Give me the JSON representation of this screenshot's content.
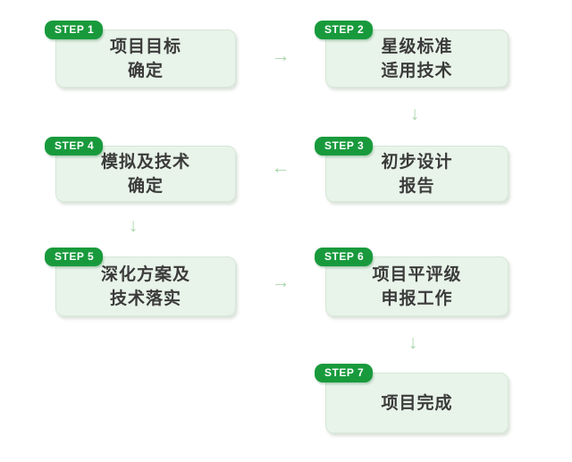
{
  "steps": [
    {
      "badge": "STEP 1",
      "lines": [
        "项目目标",
        "确定"
      ]
    },
    {
      "badge": "STEP 2",
      "lines": [
        "星级标准",
        "适用技术"
      ]
    },
    {
      "badge": "STEP 3",
      "lines": [
        "初步设计",
        "报告"
      ]
    },
    {
      "badge": "STEP 4",
      "lines": [
        "模拟及技术",
        "确定"
      ]
    },
    {
      "badge": "STEP 5",
      "lines": [
        "深化方案及",
        "技术落实"
      ]
    },
    {
      "badge": "STEP 6",
      "lines": [
        "项目平评级",
        "申报工作"
      ]
    },
    {
      "badge": "STEP 7",
      "lines": [
        "项目完成"
      ]
    }
  ],
  "arrows": [
    {
      "glyph": "→",
      "from": "step-1",
      "to": "step-2"
    },
    {
      "glyph": "↓",
      "from": "step-2",
      "to": "step-3"
    },
    {
      "glyph": "←",
      "from": "step-3",
      "to": "step-4"
    },
    {
      "glyph": "↓",
      "from": "step-4",
      "to": "step-5"
    },
    {
      "glyph": "→",
      "from": "step-5",
      "to": "step-6"
    },
    {
      "glyph": "↓",
      "from": "step-6",
      "to": "step-7"
    }
  ],
  "colors": {
    "badge": "#189a3c",
    "box_fill": "#e8f3e9",
    "box_border": "#d6e8d7",
    "arrow": "#a9d6ab",
    "text": "#3b3b3b"
  }
}
